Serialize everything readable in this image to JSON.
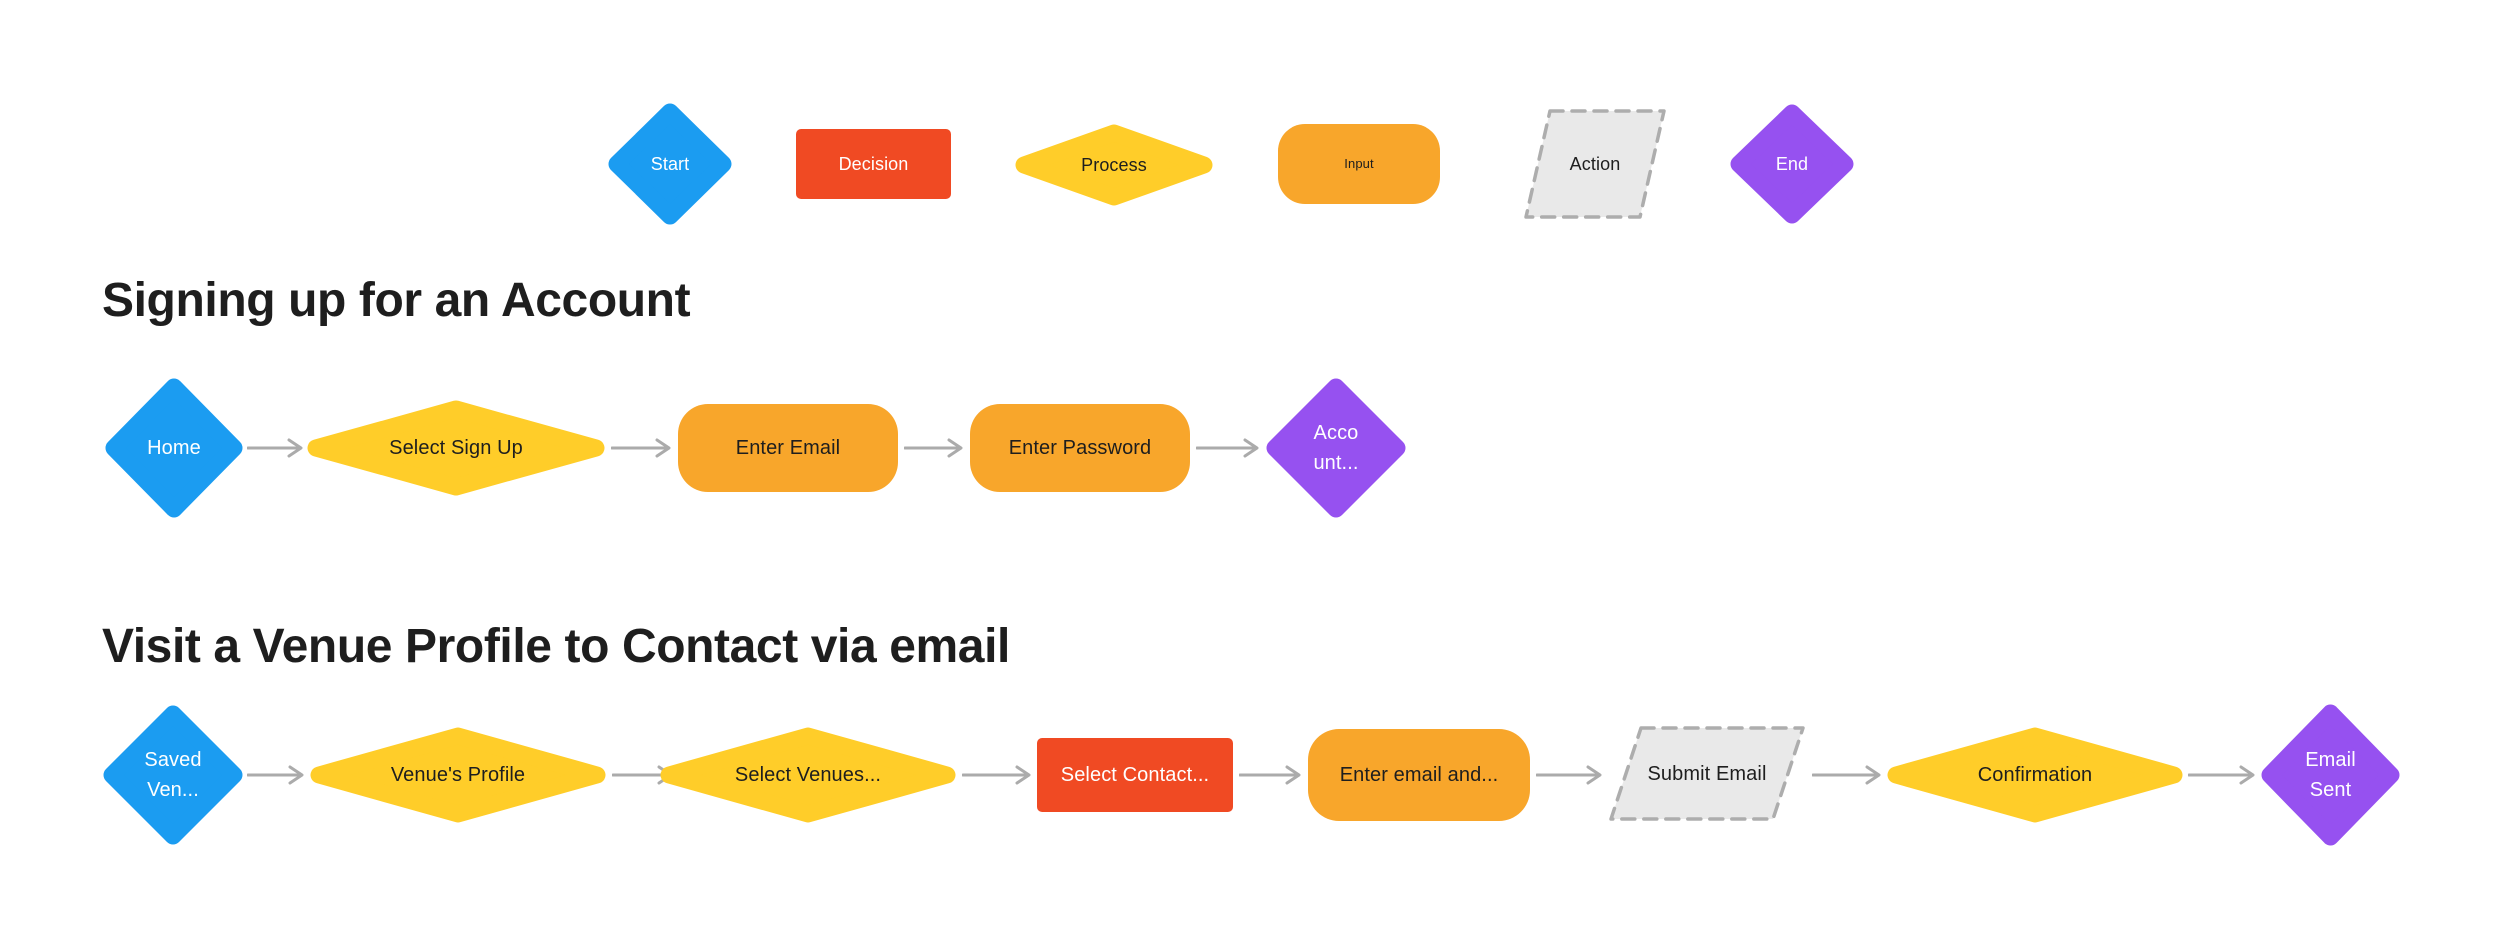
{
  "colors": {
    "start_blue": "#1B9CF1",
    "decision_red": "#F04A23",
    "process_yellow": "#FFCD29",
    "input_orange": "#F8A62B",
    "action_gray": "#E9E9E9",
    "action_border": "#ADADAD",
    "end_purple": "#9651F0",
    "arrow_gray": "#ABABAB",
    "text_dark": "#1E1E1E",
    "text_light": "#FFFFFF",
    "heading_text": "#1E1E1E",
    "background": "#FFFFFF"
  },
  "legend": {
    "items": [
      {
        "label": "Start",
        "shape": "diamond"
      },
      {
        "label": "Decision",
        "shape": "rectangle"
      },
      {
        "label": "Process",
        "shape": "diamond"
      },
      {
        "label": "Input",
        "shape": "rounded-rectangle"
      },
      {
        "label": "Action",
        "shape": "parallelogram-dashed"
      },
      {
        "label": "End",
        "shape": "diamond"
      }
    ]
  },
  "sections": [
    {
      "title": "Signing up for an Account",
      "nodes": [
        {
          "label": "Home",
          "type": "start"
        },
        {
          "label": "Select Sign Up",
          "type": "process"
        },
        {
          "label": "Enter Email",
          "type": "input"
        },
        {
          "label": "Enter Password",
          "type": "input"
        },
        {
          "label": "Acco\nunt...",
          "type": "end"
        }
      ]
    },
    {
      "title": "Visit a Venue Profile to Contact via email",
      "nodes": [
        {
          "label": "Saved\nVen...",
          "type": "start"
        },
        {
          "label": "Venue's Profile",
          "type": "process"
        },
        {
          "label": "Select Venues...",
          "type": "process"
        },
        {
          "label": "Select Contact...",
          "type": "decision"
        },
        {
          "label": "Enter email and...",
          "type": "input"
        },
        {
          "label": "Submit Email",
          "type": "action"
        },
        {
          "label": "Confirmation",
          "type": "process"
        },
        {
          "label": "Email\nSent",
          "type": "end"
        }
      ]
    }
  ]
}
